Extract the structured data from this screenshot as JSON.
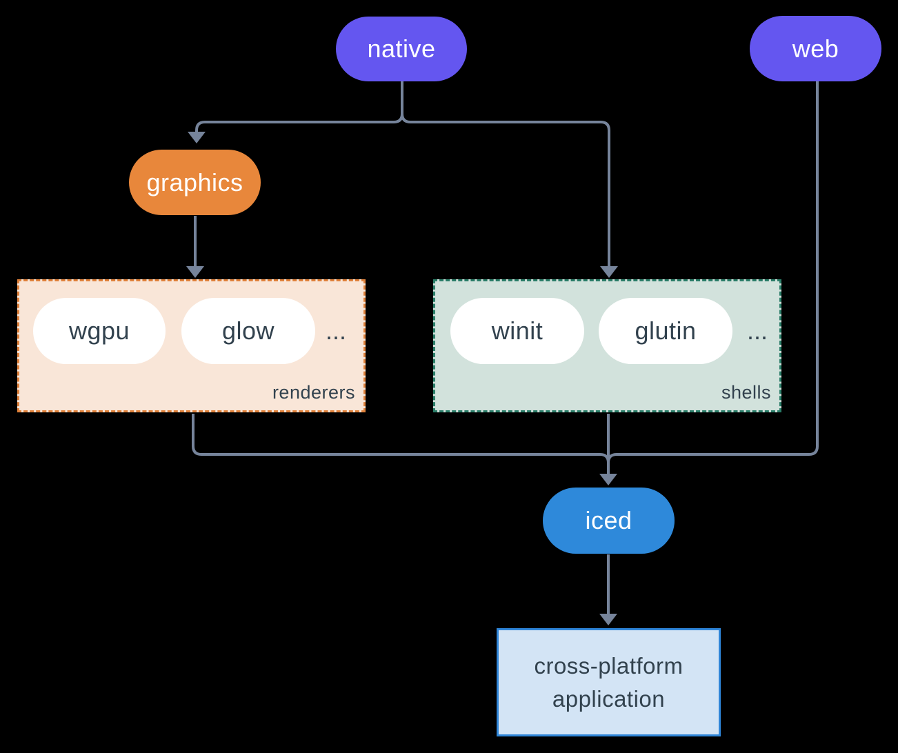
{
  "colors": {
    "background": "#000000",
    "edge": "#76849B",
    "ink": "#32424E",
    "node_text": "#FFFFFF",
    "purple": "#6456F0",
    "orange": "#E8873B",
    "blue": "#2E89DA",
    "chip_bg": "#FFFFFF",
    "renderers_fill": "#F9E6D8",
    "renderers_border": "#E0813A",
    "shells_fill": "#D2E2DC",
    "shells_border": "#2A7D68",
    "app_fill": "#D3E4F5",
    "app_border": "#2F86D9"
  },
  "nodes": {
    "native": {
      "label": "native"
    },
    "web": {
      "label": "web"
    },
    "graphics": {
      "label": "graphics"
    },
    "iced": {
      "label": "iced"
    },
    "application": {
      "line1": "cross-platform",
      "line2": "application"
    }
  },
  "groups": {
    "renderers": {
      "label": "renderers",
      "items": [
        "wgpu",
        "glow"
      ],
      "ellipsis": "..."
    },
    "shells": {
      "label": "shells",
      "items": [
        "winit",
        "glutin"
      ],
      "ellipsis": "..."
    }
  }
}
